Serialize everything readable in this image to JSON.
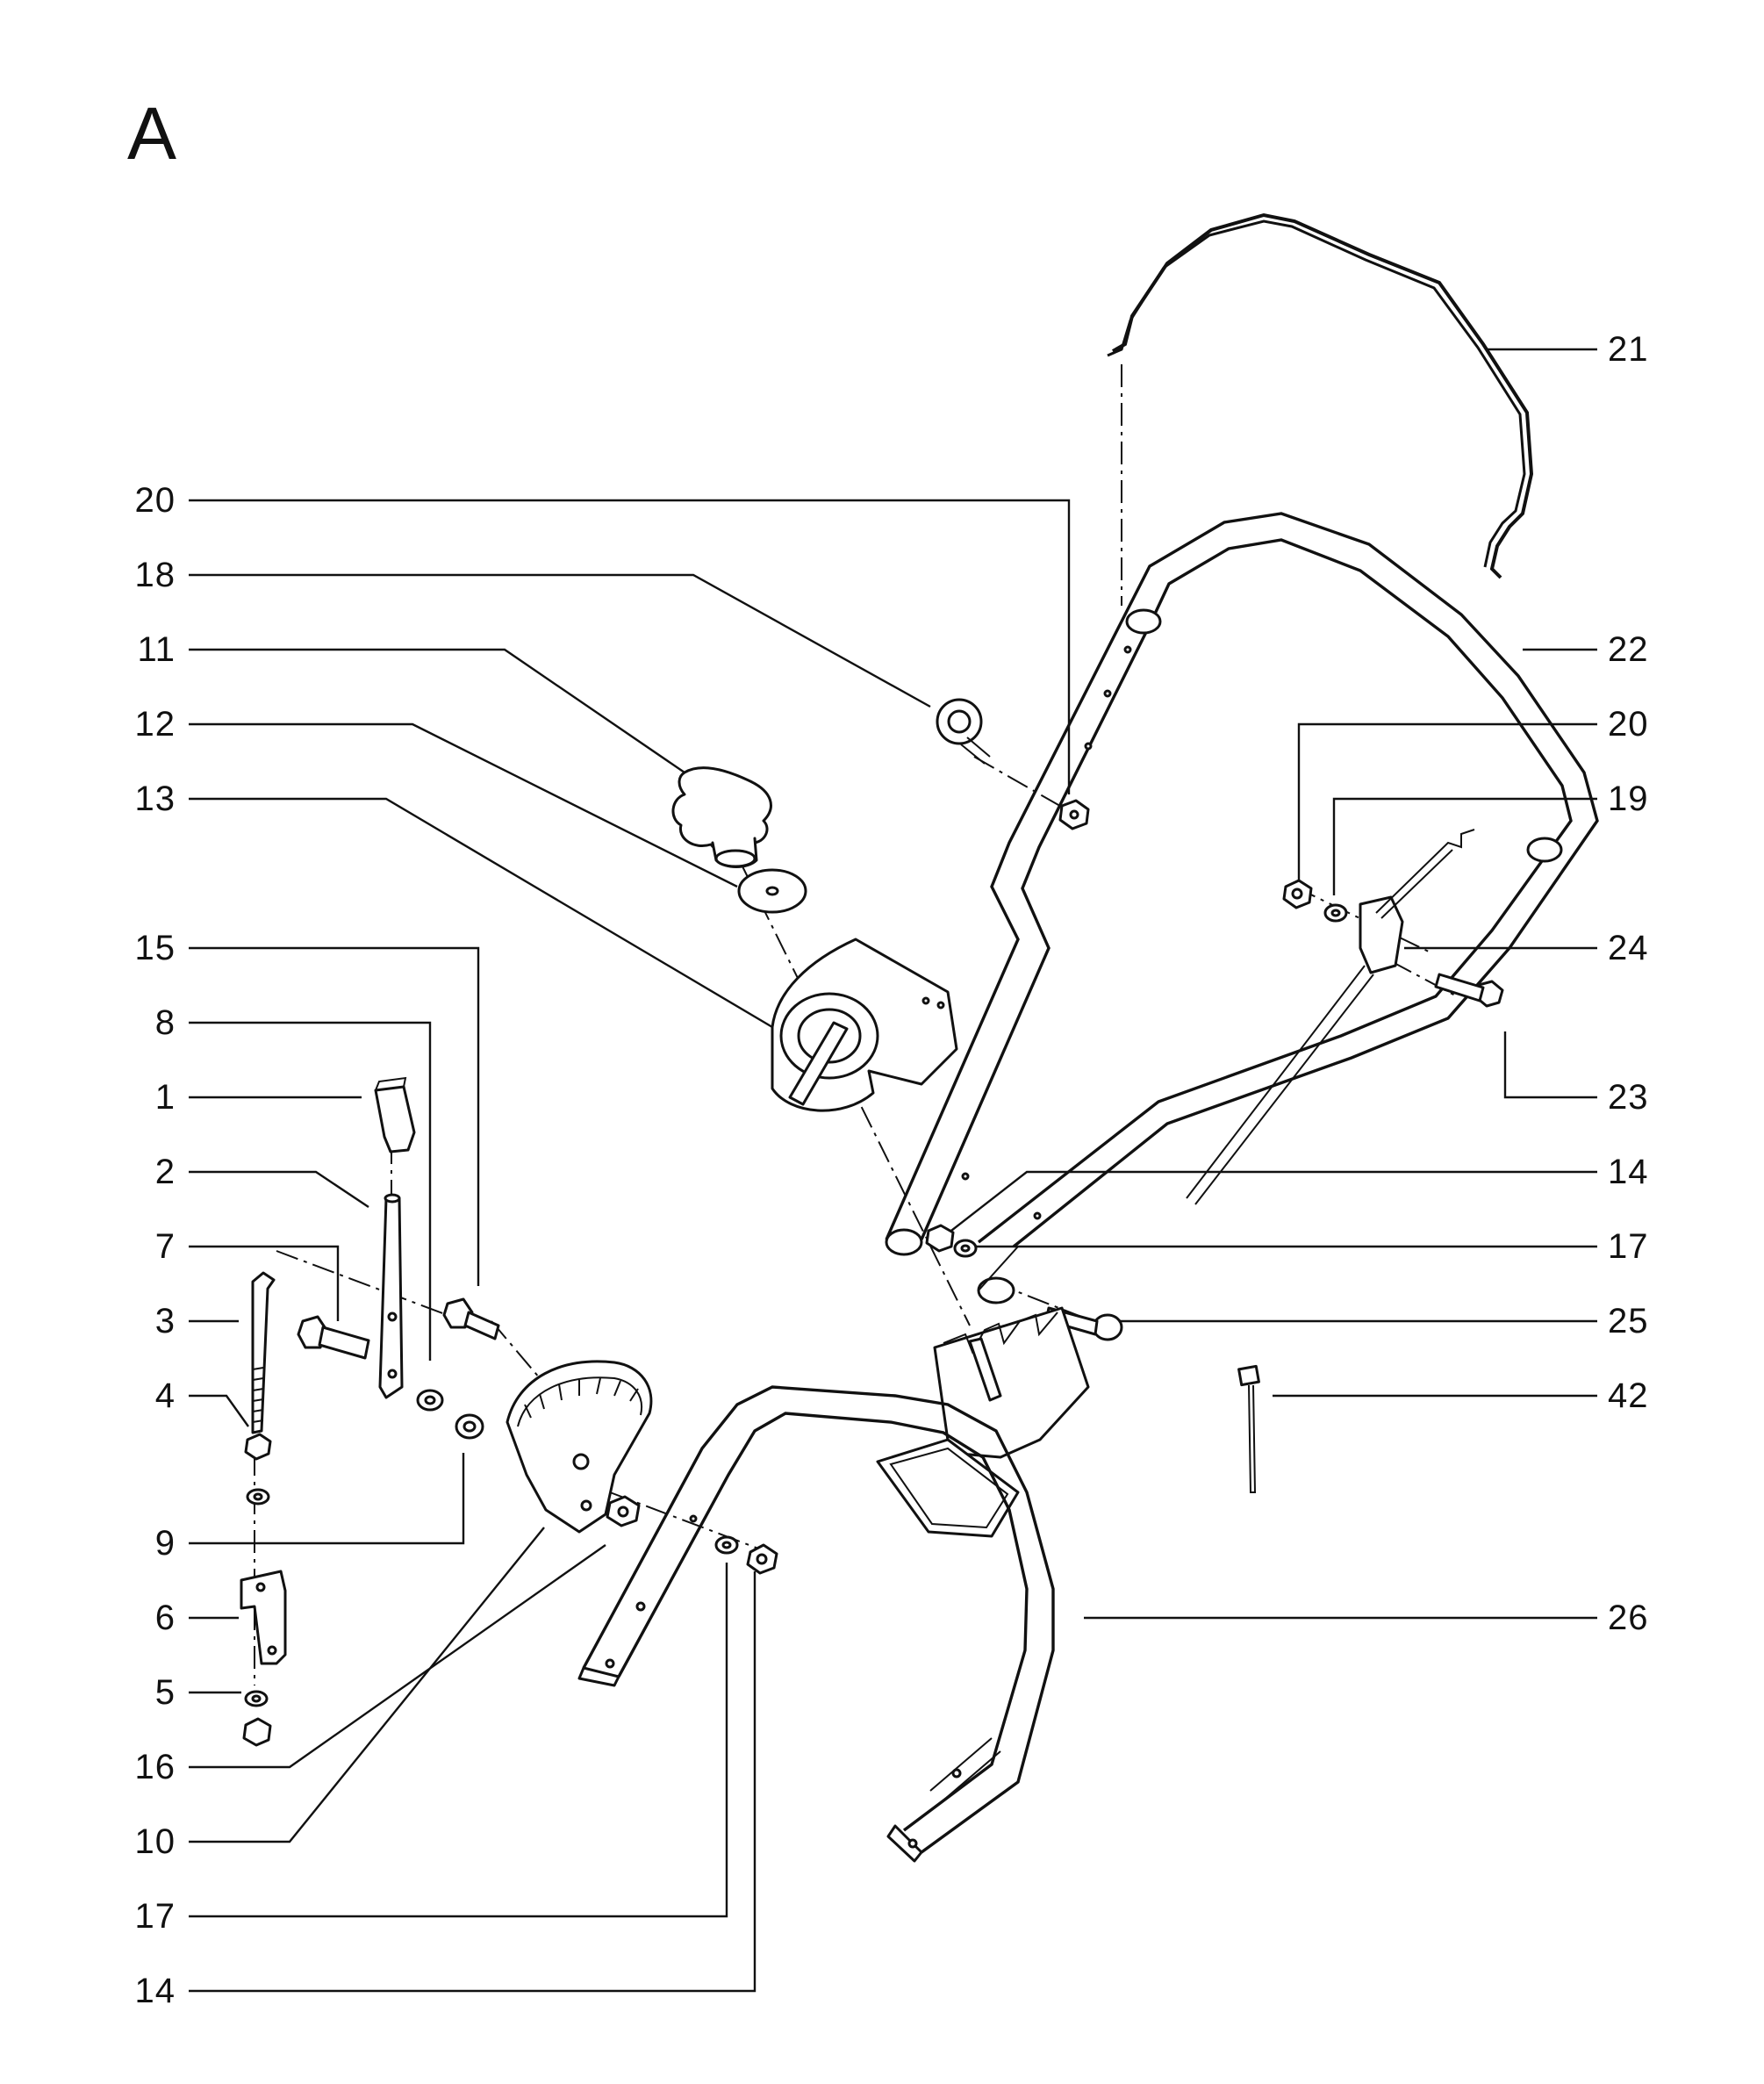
{
  "section_label": "A",
  "callouts": {
    "left": [
      "20",
      "18",
      "11",
      "12",
      "13",
      "15",
      "8",
      "1",
      "2",
      "7",
      "3",
      "4",
      "9",
      "6",
      "5",
      "16",
      "10",
      "17",
      "14"
    ],
    "right": [
      "21",
      "22",
      "20",
      "19",
      "24",
      "23",
      "14",
      "17",
      "25",
      "42",
      "26"
    ]
  }
}
